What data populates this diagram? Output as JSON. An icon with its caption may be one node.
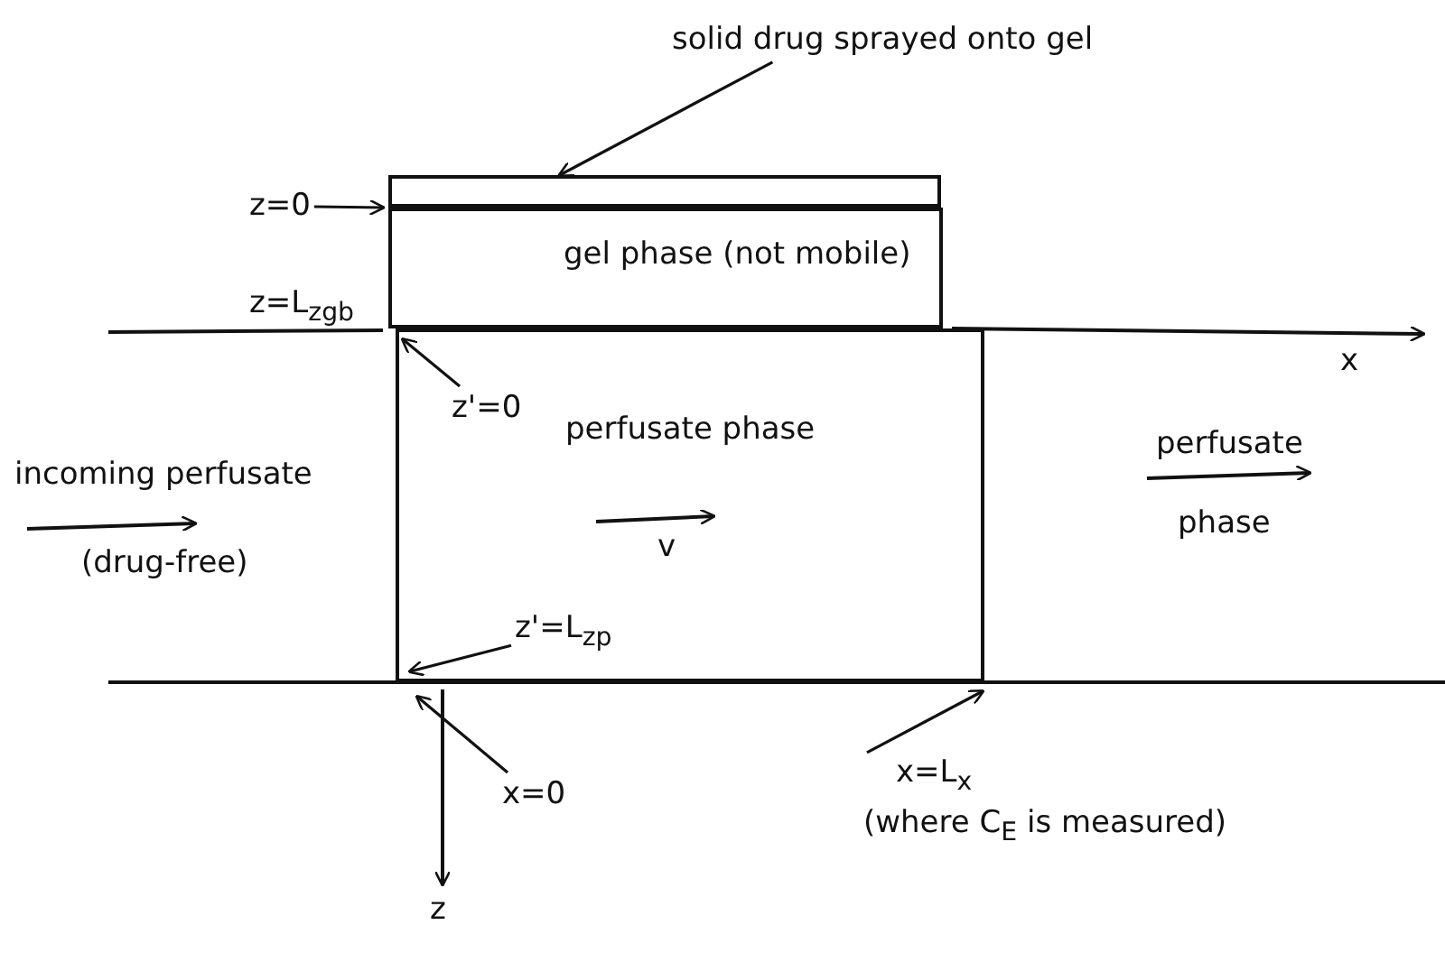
{
  "diagram": {
    "nodes": [
      {
        "text": [
          "solid drug sprayed onto gel"
        ]
      },
      {
        "text": [],
        "shape": "box"
      },
      {
        "text": [
          "gel phase (not mobile)"
        ]
      },
      {
        "text": [
          "perfusate phase"
        ]
      },
      {
        "text": [
          "z=0"
        ]
      },
      {
        "text": [
          "z'=0"
        ],
        "in": 3
      },
      {
        "text": [
          "z'=L$_{zp}$"
        ],
        "in": 3
      },
      {
        "text": [
          "x=0"
        ]
      },
      {
        "text": [
          "x=L$_{x}$",
          "(where C$_{E}$ is measured)"
        ]
      }
    ],
    "edges": [
      {
        "from": 0,
        "to": 1,
        "arrow": "to"
      },
      {
        "from": 4,
        "to": 2,
        "arrow": "to"
      },
      {
        "from": 5,
        "to": 3,
        "arrow": "to"
      },
      {
        "from": 6,
        "to": 3,
        "arrow": "to"
      },
      {
        "from": 7,
        "to": 3,
        "arrow": "to"
      },
      {
        "from": 8,
        "to": 3,
        "arrow": "to"
      }
    ],
    "labels": [
      "z=L$_{zgb}$",
      "x",
      "incoming perfusate",
      "(drug-free)",
      "v",
      "perfusate",
      "phase",
      "z"
    ]
  }
}
